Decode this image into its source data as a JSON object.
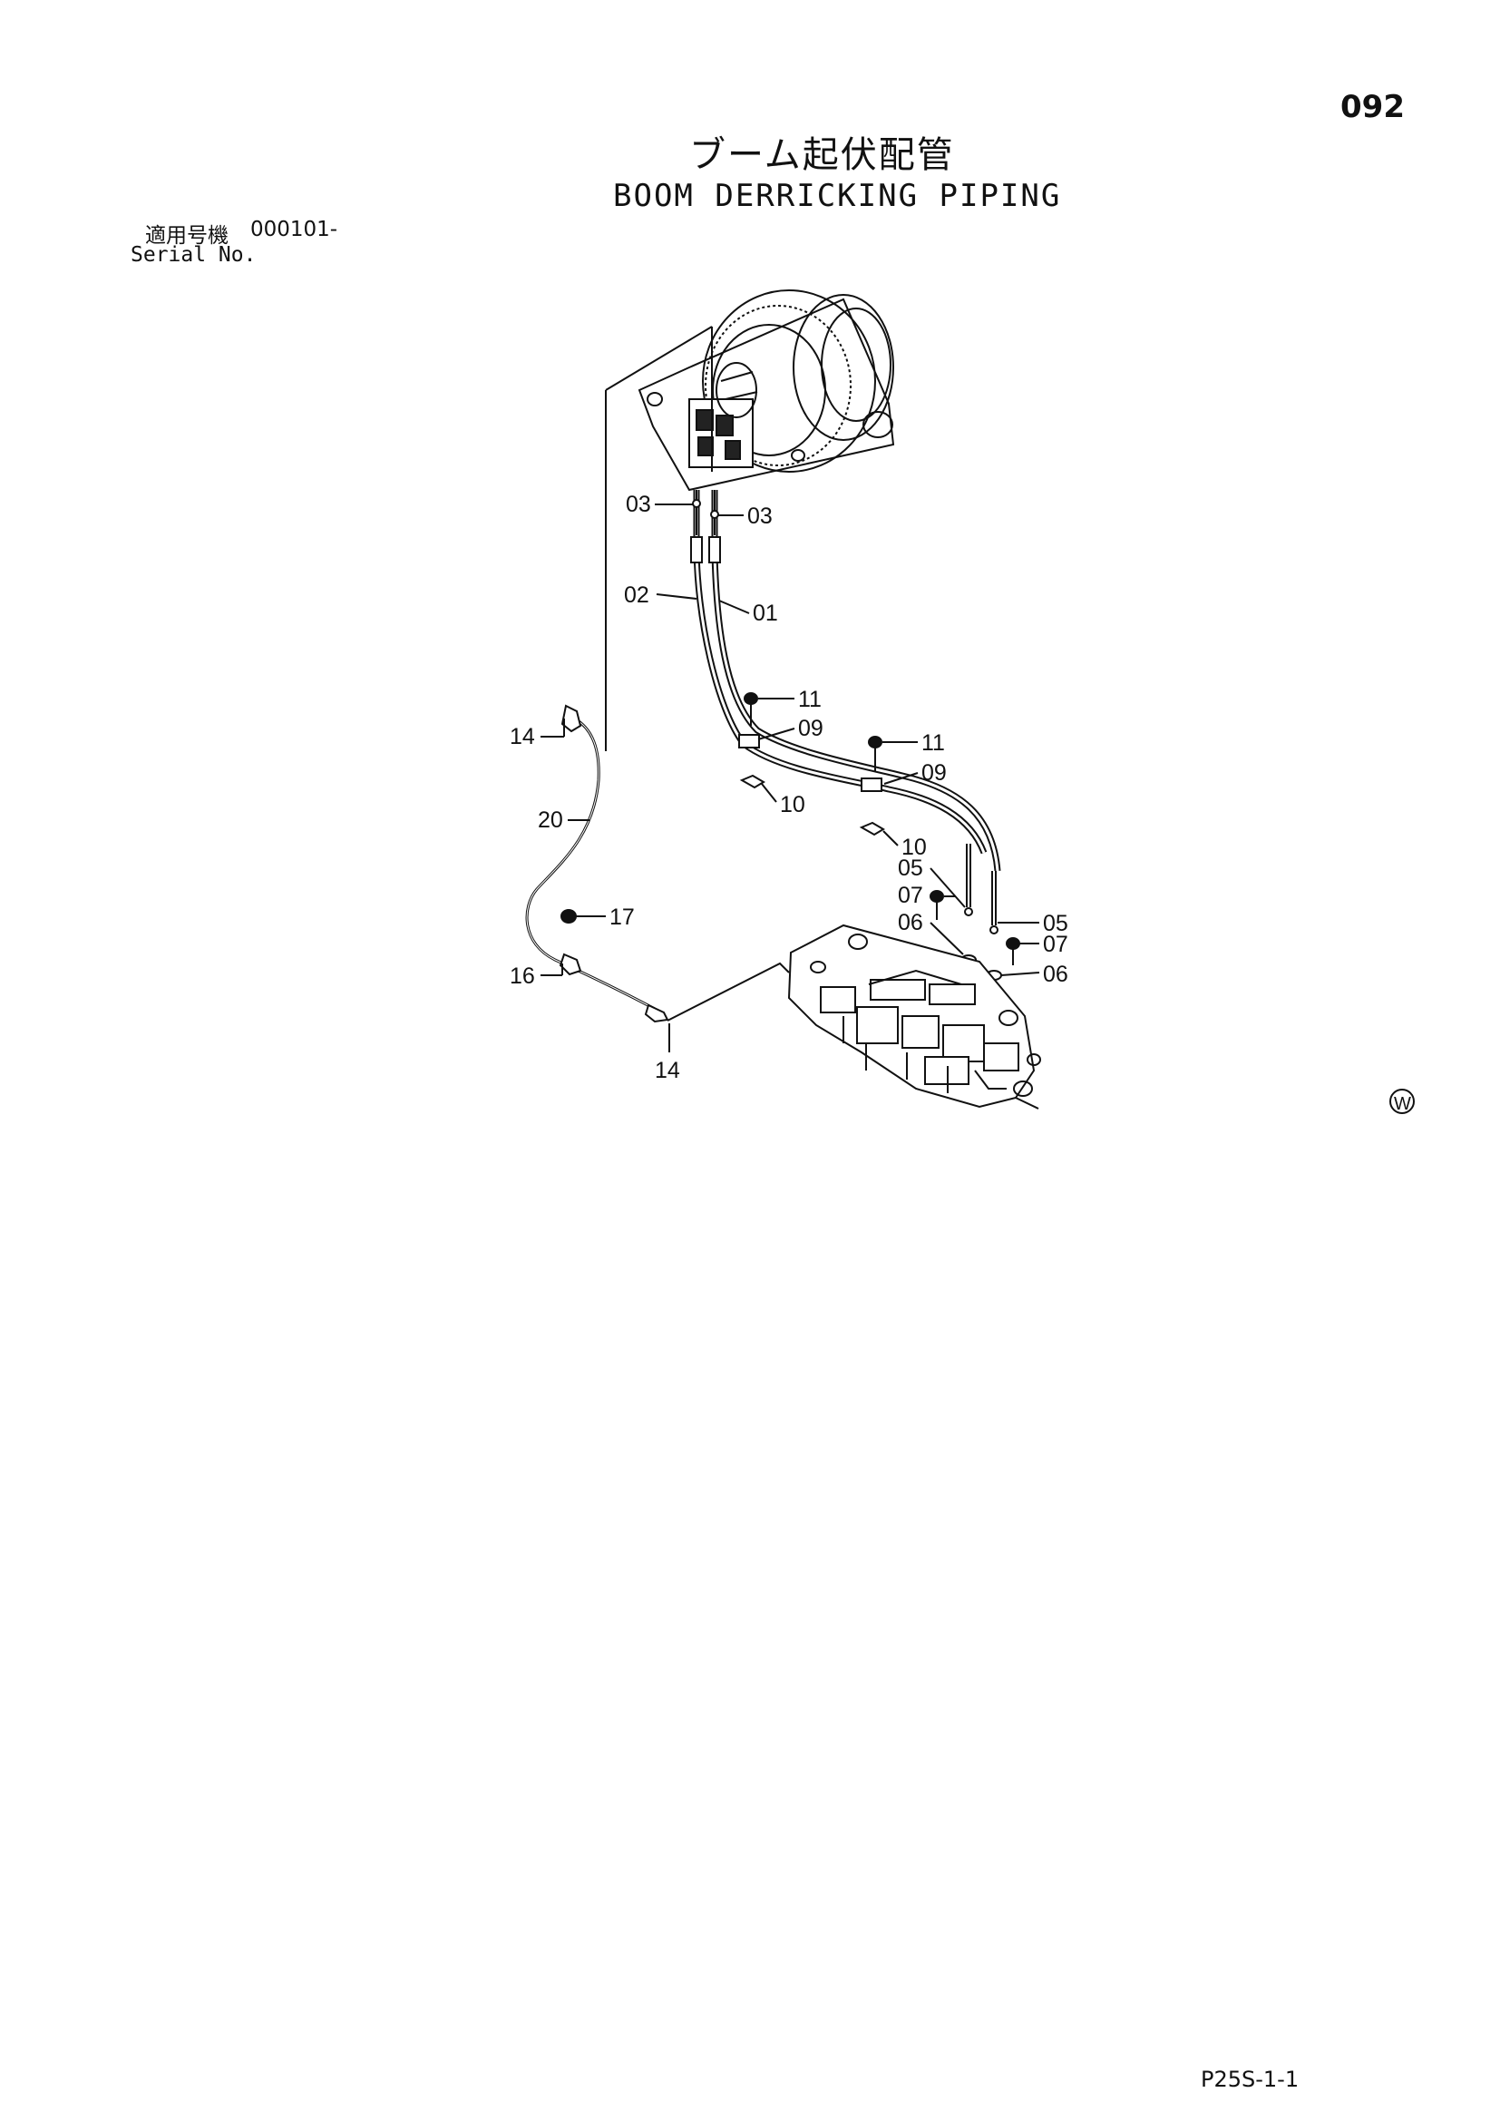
{
  "header": {
    "page_number": "092",
    "title_ja": "ブーム起伏配管",
    "title_en": "BOOM DERRICKING PIPING"
  },
  "serial": {
    "label_ja": "適用号機",
    "range": "000101-",
    "label_en": "Serial No."
  },
  "diagram": {
    "callouts": {
      "c01": "01",
      "c02": "02",
      "c03a": "03",
      "c03b": "03",
      "c05a": "05",
      "c05b": "05",
      "c06a": "06",
      "c06b": "06",
      "c07a": "07",
      "c07b": "07",
      "c09a": "09",
      "c09b": "09",
      "c10a": "10",
      "c10b": "10",
      "c11a": "11",
      "c11b": "11",
      "c14a": "14",
      "c14b": "14",
      "c16": "16",
      "c17": "17",
      "c20": "20"
    },
    "mark_symbol": "W"
  },
  "footer": {
    "code": "P25S-1-1"
  }
}
